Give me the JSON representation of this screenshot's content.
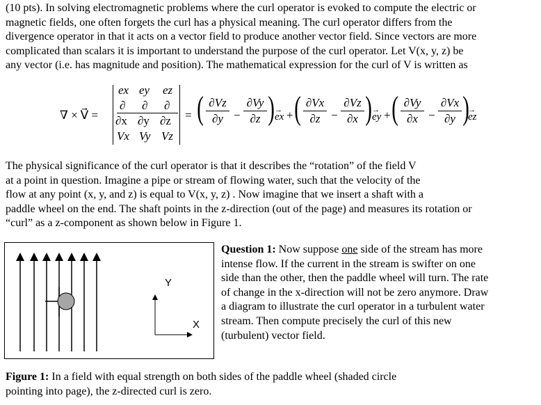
{
  "intro": {
    "lines": [
      "(10 pts). In solving electromagnetic problems where the curl operator is evoked to compute the electric or",
      "magnetic fields, one often forgets the curl has a physical meaning. The curl operator differs from the",
      "divergence operator in that it acts on a vector field to produce another vector field. Since vectors are more",
      "complicated than scalars it is important to understand the purpose of the curl operator.  Let V(x, y, z) be",
      "any vector (i.e. has magnitude and position). The mathematical expression for the curl of V is written as"
    ]
  },
  "equation": {
    "lhs": "∇ × V⃗ =",
    "det_row1": [
      "ex",
      "ey",
      "ez"
    ],
    "det_row2": [
      "∂",
      "∂",
      "∂"
    ],
    "det_row3": [
      "∂x",
      "∂y",
      "∂z"
    ],
    "det_row4": [
      "Vx",
      "Vy",
      "Vz"
    ],
    "eq_sign": "=",
    "t1_num_a": "∂Vz",
    "t1_den_a": "∂y",
    "t1_num_b": "∂Vy",
    "t1_den_b": "∂z",
    "t1_unit": "ex",
    "t2_num_a": "∂Vx",
    "t2_den_a": "∂z",
    "t2_num_b": "∂Vz",
    "t2_den_b": "∂x",
    "t2_unit": "ey",
    "t3_num_a": "∂Vy",
    "t3_den_a": "∂x",
    "t3_num_b": "∂Vx",
    "t3_den_b": "∂y",
    "t3_unit": "ez",
    "minus": "−",
    "plus": "+"
  },
  "significance": {
    "lines": [
      "The physical significance of the curl operator is that it describes the “rotation” of the field V",
      "at a point in question. Imagine a pipe or stream of flowing water, such that the velocity of the",
      "flow at any point (x, y, and z) is equal to V(x, y, z) . Now imagine that we insert a shaft with a",
      "paddle wheel on the end. The shaft points in the z-direction (out of the page) and measures its rotation or",
      "“curl” as a z-component as shown below in Figure 1."
    ]
  },
  "figure": {
    "axis_y": "Y",
    "axis_x": "X"
  },
  "question": {
    "label": "Question 1:",
    "line1_rest_a": " Now suppose ",
    "line1_underlined": "one",
    "line1_rest_b": " side of the stream has more",
    "lines": [
      "intense flow. If the current in the stream is swifter on one",
      "side than the other, then the paddle wheel will turn. The rate",
      "of change in the x-direction will not be zero anymore.   Draw",
      "a diagram to illustrate the curl operator in a turbulent water",
      "stream. Then compute precisely the curl of this new",
      "(turbulent) vector field."
    ]
  },
  "caption": {
    "label": "Figure 1:",
    "line1_rest": " In a field with equal strength on both sides of the paddle wheel (shaded circle",
    "line2": "pointing into page), the z-directed curl is zero."
  }
}
